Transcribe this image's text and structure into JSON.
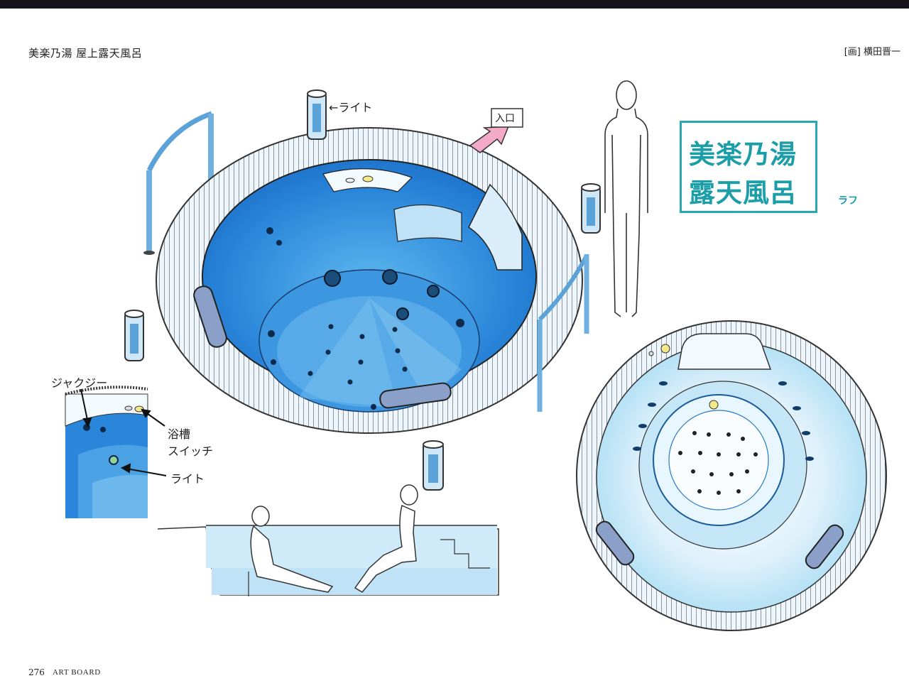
{
  "header": {
    "title": "美楽乃湯 屋上露天風呂",
    "credit": "[画] 横田晋一"
  },
  "footer": {
    "page_number": "276",
    "magazine": "ART BOARD"
  },
  "sign": {
    "line1": "美楽乃湯",
    "line2": "露天風呂",
    "note": "ラフ"
  },
  "labels": {
    "light_top": "←ライト",
    "entrance": "入口",
    "jacuzzi": "ジャクジー",
    "switch_l1": "浴槽",
    "switch_l2": "スイッチ",
    "light_inset": "ライト"
  },
  "colors": {
    "water_deep": "#1e78d2",
    "water_mid": "#3aa0e6",
    "water_light": "#9fd6f2",
    "accent_teal": "#2aa7b0",
    "arrow_pink": "#f3a9c8"
  }
}
